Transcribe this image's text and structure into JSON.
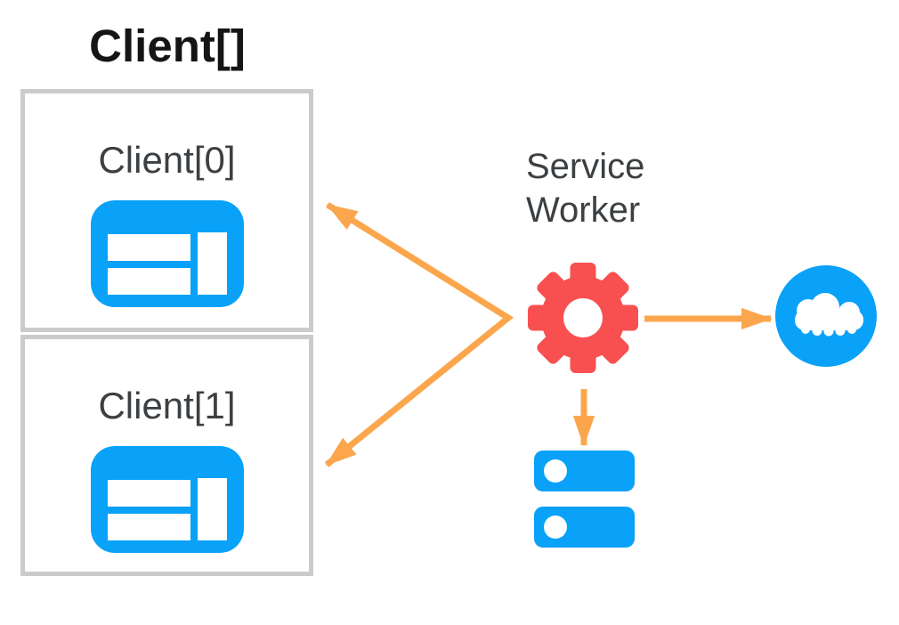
{
  "diagram": {
    "title": "Client[]",
    "clients": [
      {
        "id": "client-0",
        "label": "Client[0]",
        "icon": "browser-window-icon"
      },
      {
        "id": "client-1",
        "label": "Client[1]",
        "icon": "browser-window-icon"
      }
    ],
    "service_worker": {
      "label_lines": [
        "Service",
        "Worker"
      ],
      "icon": "gear-icon"
    },
    "cloud": {
      "icon": "cloud-icon"
    },
    "database": {
      "icon": "database-icon"
    },
    "arrows": [
      {
        "id": "sw-to-clients",
        "from": "service-worker",
        "to": "client-0, client-1",
        "shape": "bent-line",
        "arrowheads": "at-both-client-ends"
      },
      {
        "id": "sw-to-cloud",
        "from": "service-worker",
        "to": "cloud",
        "shape": "straight-right",
        "arrowheads": "at-cloud"
      },
      {
        "id": "sw-to-database",
        "from": "service-worker",
        "to": "database",
        "shape": "straight-down",
        "arrowheads": "at-database"
      }
    ],
    "colors": {
      "blue": "#0aa1f8",
      "red": "#f85050",
      "orange": "#fba64c",
      "box-border": "#cbcbcb",
      "label": "#3c4043",
      "title": "#141517",
      "background": "#ffffff"
    }
  }
}
